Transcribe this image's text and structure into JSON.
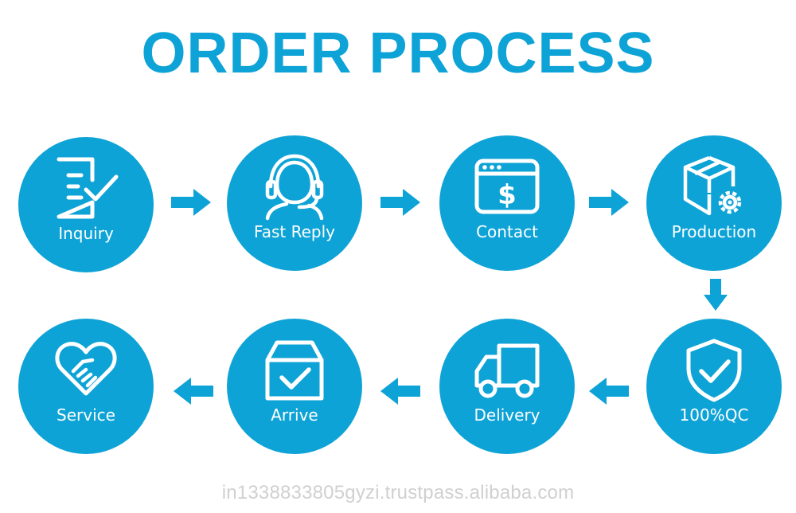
{
  "title": "ORDER PROCESS",
  "colors": {
    "accent": "#0ea3d6",
    "text_on_accent": "#ffffff",
    "watermark": "#d0d0d0"
  },
  "steps": [
    {
      "label": "Inquiry",
      "icon": "inquiry-checklist-icon"
    },
    {
      "label": "Fast Reply",
      "icon": "headset-agent-icon"
    },
    {
      "label": "Contact",
      "icon": "payment-window-icon"
    },
    {
      "label": "Production",
      "icon": "box-gear-icon"
    },
    {
      "label": "100%QC",
      "icon": "shield-check-icon"
    },
    {
      "label": "Delivery",
      "icon": "truck-icon"
    },
    {
      "label": "Arrive",
      "icon": "box-check-icon"
    },
    {
      "label": "Service",
      "icon": "handshake-heart-icon"
    }
  ],
  "watermark": "in1338833805gyzi.trustpass.alibaba.com"
}
